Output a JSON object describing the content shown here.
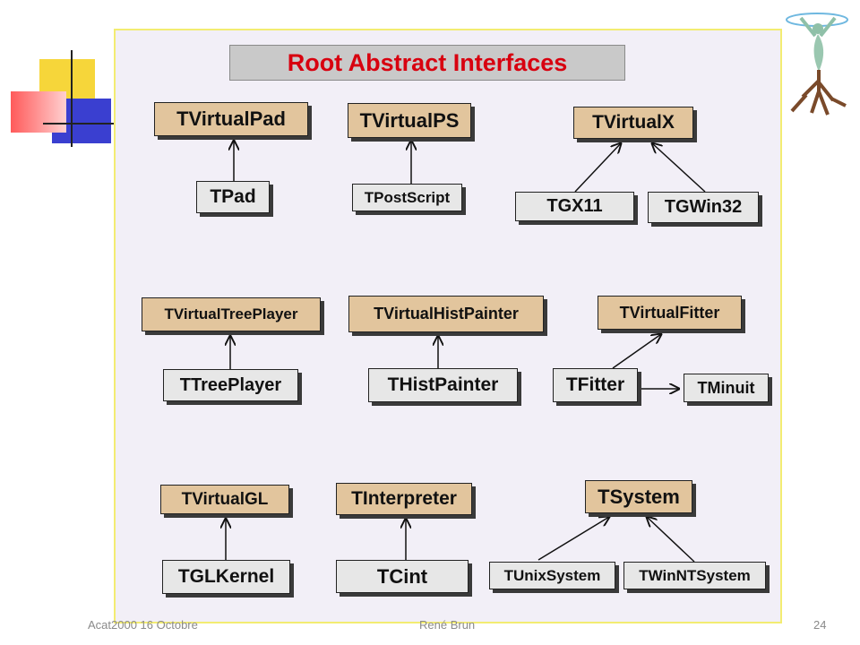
{
  "title": "Root Abstract Interfaces",
  "boxes": {
    "tvirtualpad": "TVirtualPad",
    "tpad": "TPad",
    "tvirtualps": "TVirtualPS",
    "tpostscript": "TPostScript",
    "tvirtualx": "TVirtualX",
    "tgx11": "TGX11",
    "tgwin32": "TGWin32",
    "tvirtualtreeplayer": "TVirtualTreePlayer",
    "ttreeplayer": "TTreePlayer",
    "tvirtualhistpainter": "TVirtualHistPainter",
    "thistpainter": "THistPainter",
    "tvirtualfitter": "TVirtualFitter",
    "tfitter": "TFitter",
    "tminuit": "TMinuit",
    "tvirtualgl": "TVirtualGL",
    "tglkernel": "TGLKernel",
    "tinterpreter": "TInterpreter",
    "tcint": "TCint",
    "tsystem": "TSystem",
    "tunixsystem": "TUnixSystem",
    "twinntsystem": "TWinNTSystem"
  },
  "footer": {
    "left": "Acat2000 16 Octobre",
    "center": "René Brun",
    "page": "24"
  },
  "colors": {
    "title": "#d8000f",
    "base_class": "#e2c59d",
    "derived_class": "#e7e7e7",
    "panel_border": "#f3ec72"
  }
}
